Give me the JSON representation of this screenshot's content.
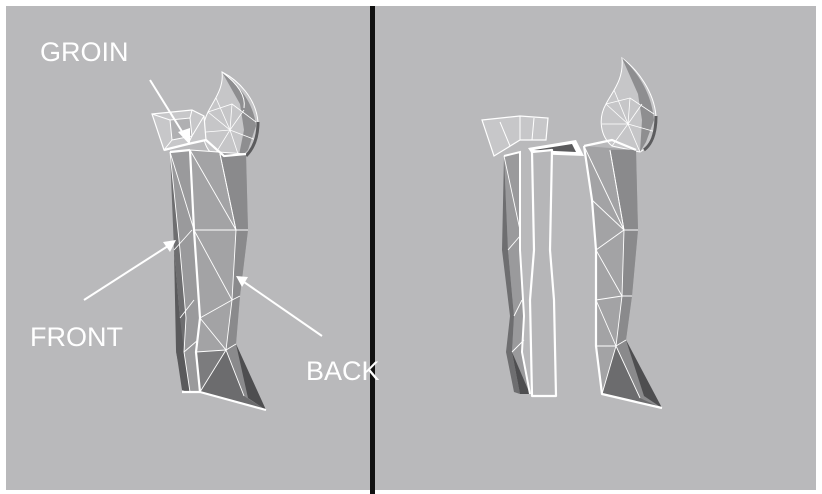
{
  "labels": {
    "groin": "GROIN",
    "front": "FRONT",
    "back": "BACK"
  },
  "colors": {
    "background": "#b9b9bb",
    "divider": "#111111",
    "annotation": "#ffffff",
    "mesh_light": "#c2c2c4",
    "mesh_mid": "#9d9d9f",
    "mesh_dark": "#6e6e70",
    "mesh_darker": "#4e4e50"
  }
}
